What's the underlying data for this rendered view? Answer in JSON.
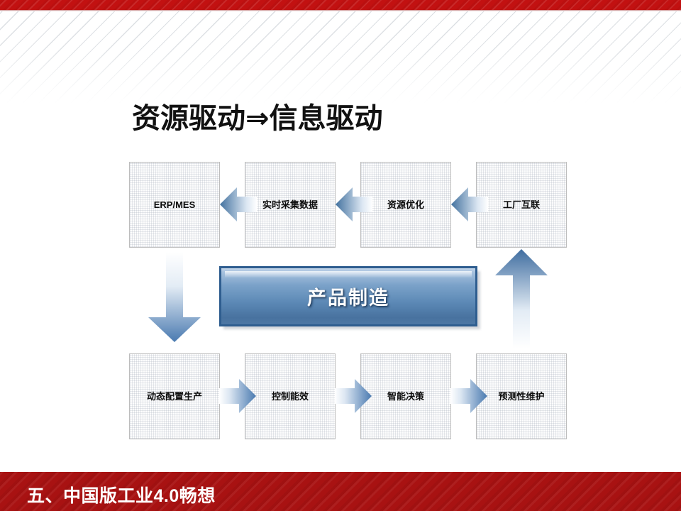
{
  "slide": {
    "title": "资源驱动⇒信息驱动",
    "footer_label": "五、中国版工业4.0畅想",
    "colors": {
      "top_band_red": "#c21111",
      "footer_red": "#a81212",
      "banner_blue": "#5b88b5",
      "banner_border": "#2e5d8f",
      "arrow_blue": "#4a7ab0",
      "box_border": "#bdbdbd",
      "title_text": "#111111"
    }
  },
  "diagram": {
    "center_node": {
      "label": "产品制造"
    },
    "top_row": [
      {
        "label": "ERP/MES"
      },
      {
        "label": "实时采集数据"
      },
      {
        "label": "资源优化"
      },
      {
        "label": "工厂互联"
      }
    ],
    "bottom_row": [
      {
        "label": "动态配置生产"
      },
      {
        "label": "控制能效"
      },
      {
        "label": "智能决策"
      },
      {
        "label": "预测性维护"
      }
    ],
    "arrows": {
      "top_direction": "left",
      "bottom_direction": "right",
      "left_vertical_direction": "down",
      "right_vertical_direction": "up"
    }
  }
}
